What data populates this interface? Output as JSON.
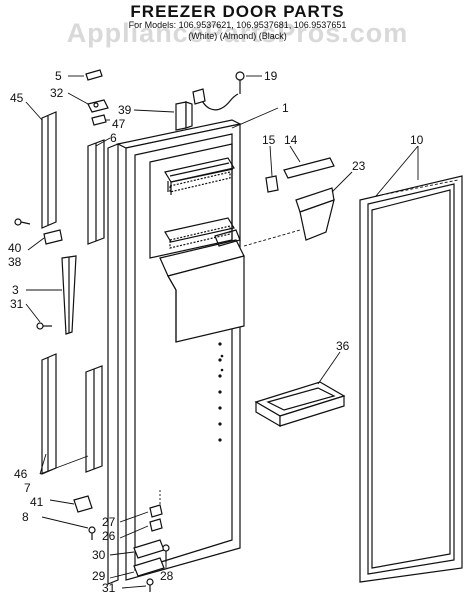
{
  "title": "FREEZER DOOR PARTS",
  "models_line": "For Models: 106.9537621, 106.9537681, 106.9537651",
  "colors_line": "(White) (Almond) (Black)",
  "watermark": "AppliancePartsPros.com",
  "callouts": [
    "5",
    "32",
    "45",
    "39",
    "47",
    "6",
    "1",
    "19",
    "15",
    "14",
    "23",
    "10",
    "40",
    "38",
    "3",
    "31",
    "36",
    "46",
    "7",
    "41",
    "8",
    "27",
    "26",
    "30",
    "29",
    "28",
    "31"
  ],
  "icons": [
    "screw-icon",
    "shelf-icon",
    "bin-icon"
  ]
}
